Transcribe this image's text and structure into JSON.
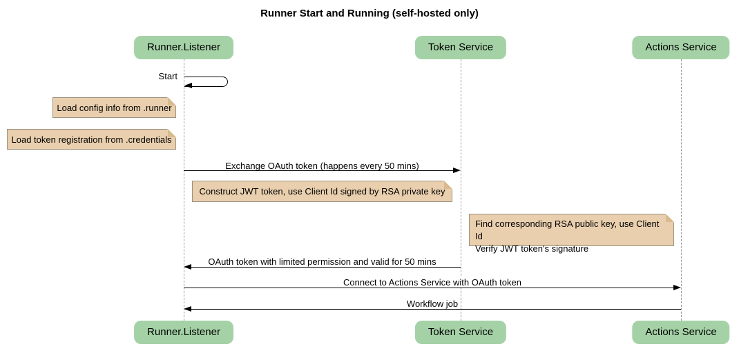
{
  "diagram": {
    "title": "Runner Start and Running (self-hosted only)",
    "type": "sequence-diagram"
  },
  "participants": [
    {
      "name": "Runner.Listener"
    },
    {
      "name": "Token Service"
    },
    {
      "name": "Actions Service"
    }
  ],
  "messages": [
    {
      "label": "Start",
      "from": "Runner.Listener",
      "to": "Runner.Listener",
      "style": "self-loop"
    },
    {
      "label": "Exchange OAuth token (happens every 50 mins)",
      "from": "Runner.Listener",
      "to": "Token Service",
      "style": "solid-arrow-right"
    },
    {
      "label": "OAuth token with limited permission and valid for 50 mins",
      "from": "Token Service",
      "to": "Runner.Listener",
      "style": "solid-arrow-left"
    },
    {
      "label": "Connect to Actions Service with OAuth token",
      "from": "Runner.Listener",
      "to": "Actions Service",
      "style": "solid-arrow-right"
    },
    {
      "label": "Workflow job",
      "from": "Actions Service",
      "to": "Runner.Listener",
      "style": "solid-arrow-left"
    }
  ],
  "notes": [
    {
      "text": "Load config info from .runner",
      "position": "left of Runner.Listener"
    },
    {
      "text": "Load token registration from .credentials",
      "position": "left of Runner.Listener"
    },
    {
      "text": "Construct JWT token, use Client Id signed by RSA private key",
      "position": "over Runner.Listener and Token Service"
    },
    {
      "lines": [
        "Find corresponding RSA public key, use Client Id",
        "Verify JWT token's signature"
      ],
      "position": "over Token Service and Actions Service"
    }
  ],
  "colors": {
    "participant_fill": "#a4d2a6",
    "note_fill": "#e9cfae",
    "note_border": "#9b9180",
    "note_fold": "#d9ba8e",
    "arrow": "#000000",
    "lifeline": "#999999",
    "background": "#ffffff"
  }
}
